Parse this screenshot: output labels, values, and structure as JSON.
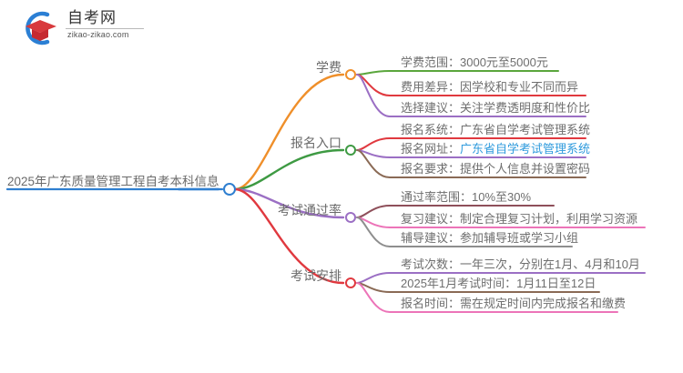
{
  "logo": {
    "name_cn": "自考网",
    "name_en": "zikao-zikao.com",
    "mark": "graduation-cap-logo",
    "arc_color": "#2b7fd4",
    "cap_color": "#d8393c"
  },
  "mindmap": {
    "root": {
      "label": "2025年广东质量管理工程自考本科信息",
      "node_color": "#2f7fd0"
    },
    "branches": [
      {
        "label": "学费",
        "color": "#ef8f2a",
        "children": [
          {
            "text": "学费范围：3000元至5000元",
            "color": "#5aa63c",
            "link": false
          },
          {
            "text": "费用差异：因学校和专业不同而异",
            "color": "#e0393f",
            "link": false
          },
          {
            "text": "选择建议：关注学费透明度和性价比",
            "color": "#9b6fc4",
            "link": false
          }
        ]
      },
      {
        "label": "报名入口",
        "color": "#3e9a43",
        "children": [
          {
            "text": "报名系统：广东省自学考试管理系统",
            "color": "#e0393f",
            "link": false
          },
          {
            "prefix": "报名网址：",
            "link_text": "广东省自学考试管理系统",
            "color": "#9b6fc4",
            "link": true
          },
          {
            "text": "报名要求：提供个人信息并设置密码",
            "color": "#8a6a55",
            "link": false
          }
        ]
      },
      {
        "label": "考试通过率",
        "color": "#9b6fc4",
        "children": [
          {
            "text": "通过率范围：10%至30%",
            "color": "#8e4f5a",
            "link": false
          },
          {
            "text": "复习建议：制定合理复习计划，利用学习资源",
            "color": "#ec74b8",
            "link": false
          },
          {
            "text": "辅导建议：参加辅导班或学习小组",
            "color": "#8e8e8e",
            "link": false
          }
        ]
      },
      {
        "label": "考试安排",
        "color": "#e0393f",
        "children": [
          {
            "text": "考试次数：一年三次，分别在1月、4月和10月",
            "color": "#9b6fc4",
            "link": false
          },
          {
            "text": "2025年1月考试时间：1月11日至12日",
            "color": "#8a6a55",
            "link": false
          },
          {
            "text": "报名时间：需在规定时间内完成报名和缴费",
            "color": "#ec74b8",
            "link": false
          }
        ]
      }
    ]
  }
}
